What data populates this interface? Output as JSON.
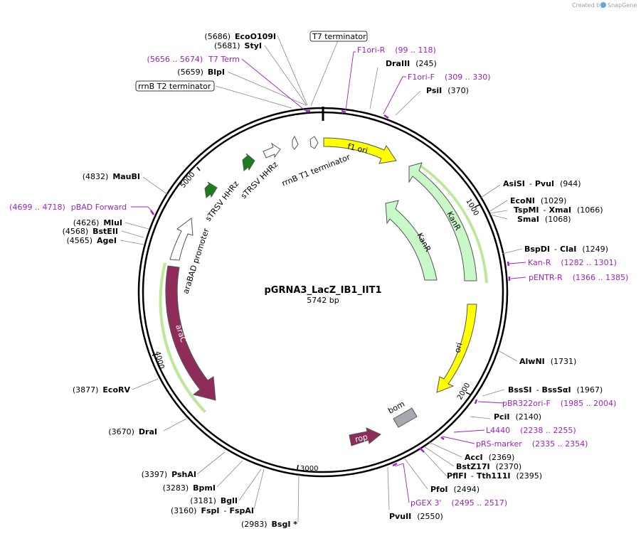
{
  "credit": {
    "created_by": "Created by",
    "app": "SnapGene"
  },
  "plasmid": {
    "name": "pGRNA3_LacZ_IB1_IIT1",
    "length": "5742 bp"
  },
  "ticks": [
    "1000",
    "2000",
    "3000",
    "4000",
    "5000"
  ],
  "features": {
    "f1_ori": "f1 ori",
    "kanr_outer": "KanR",
    "kanr_inner": "KanR",
    "ori": "ori",
    "bom": "bom",
    "rop": "rop",
    "arac": "araC",
    "arabad": "araBAD promoter",
    "strsv1": "sTRSV HHRz",
    "strsv2": "sTRSV HHRz",
    "rrnb_t1": "rrnB T1 terminator"
  },
  "boxed": {
    "t7_term": "T7 terminator",
    "rrnb_t2": "rrnB T2 terminator"
  },
  "sites": {
    "ecoo109i": {
      "pos": "(5686)",
      "name": "EcoO109I"
    },
    "styi": {
      "pos": "(5681)",
      "name": "StyI"
    },
    "blpi": {
      "pos": "(5659)",
      "name": "BlpI"
    },
    "draiii": {
      "name": "DraIII",
      "pos": "(245)"
    },
    "psii": {
      "name": "PsiI",
      "pos": "(370)"
    },
    "asisi": {
      "name": "AsiSI",
      "sep": "-",
      "name2": "PvuI",
      "pos": "(944)"
    },
    "econi": {
      "name": "EcoNI",
      "pos": "(1029)"
    },
    "tspmi": {
      "name": "TspMI",
      "sep": "-",
      "name2": "XmaI",
      "pos": "(1066)"
    },
    "smai": {
      "name": "SmaI",
      "pos": "(1068)"
    },
    "bspdi": {
      "name": "BspDI",
      "sep": "-",
      "name2": "ClaI",
      "pos": "(1249)"
    },
    "alwni": {
      "name": "AlwNI",
      "pos": "(1731)"
    },
    "bsssi": {
      "name": "BssSI",
      "sep": "-",
      "name2": "BssSαI",
      "pos": "(1967)"
    },
    "pcii": {
      "name": "PciI",
      "pos": "(2140)"
    },
    "acci": {
      "name": "AccI",
      "pos": "(2369)"
    },
    "bstz17i": {
      "name": "BstZ17I",
      "pos": "(2370)"
    },
    "pflfi": {
      "name": "PflFI",
      "sep": "-",
      "name2": "Tth111I",
      "pos": "(2395)"
    },
    "pfoi": {
      "name": "PfoI",
      "pos": "(2494)"
    },
    "pvuii": {
      "name": "PvuII",
      "pos": "(2550)"
    },
    "bsgi": {
      "pos": "(2983)",
      "name": "BsgI *"
    },
    "fspi": {
      "pos": "(3160)",
      "name": "FspI",
      "sep": "-",
      "name2": "FspAI"
    },
    "bgli": {
      "pos": "(3181)",
      "name": "BglI"
    },
    "bpmi": {
      "pos": "(3283)",
      "name": "BpmI"
    },
    "pshai": {
      "pos": "(3397)",
      "name": "PshAI"
    },
    "drai": {
      "pos": "(3670)",
      "name": "DraI"
    },
    "ecorv": {
      "pos": "(3877)",
      "name": "EcoRV"
    },
    "agei": {
      "pos": "(4565)",
      "name": "AgeI"
    },
    "bsteii": {
      "pos": "(4568)",
      "name": "BstEII"
    },
    "mlui": {
      "pos": "(4626)",
      "name": "MluI"
    },
    "maubi": {
      "pos": "(4832)",
      "name": "MauBI"
    }
  },
  "primers": {
    "t7term": {
      "range": "(5656 .. 5674)",
      "name": "T7 Term"
    },
    "f1ori_r": {
      "name": "F1ori-R",
      "range": "(99 .. 118)"
    },
    "f1ori_f": {
      "name": "F1ori-F",
      "range": "(309 .. 330)"
    },
    "kan_r": {
      "name": "Kan-R",
      "range": "(1282 .. 1301)"
    },
    "pentr_r": {
      "name": "pENTR-R",
      "range": "(1366 .. 1385)"
    },
    "pbr322ori_f": {
      "name": "pBR322ori-F",
      "range": "(1985 .. 2004)"
    },
    "l4440": {
      "name": "L4440",
      "range": "(2238 .. 2255)"
    },
    "prs_marker": {
      "name": "pRS-marker",
      "range": "(2335 .. 2354)"
    },
    "pgex3": {
      "name": "pGEX 3'",
      "range": "(2495 .. 2517)"
    },
    "pbad_fwd": {
      "range": "(4699 .. 4718)",
      "name": "pBAD Forward"
    }
  },
  "colors": {
    "f1_ori": "#ffff00",
    "kanr": "#c8f7c8",
    "ori": "#ffff00",
    "bom": "#a6aab0",
    "rop": "#8f2d5a",
    "arac": "#8f2d5a",
    "strsv": "#1a7f1a",
    "primer": "#a020c8",
    "highlight": "#bde89a"
  }
}
